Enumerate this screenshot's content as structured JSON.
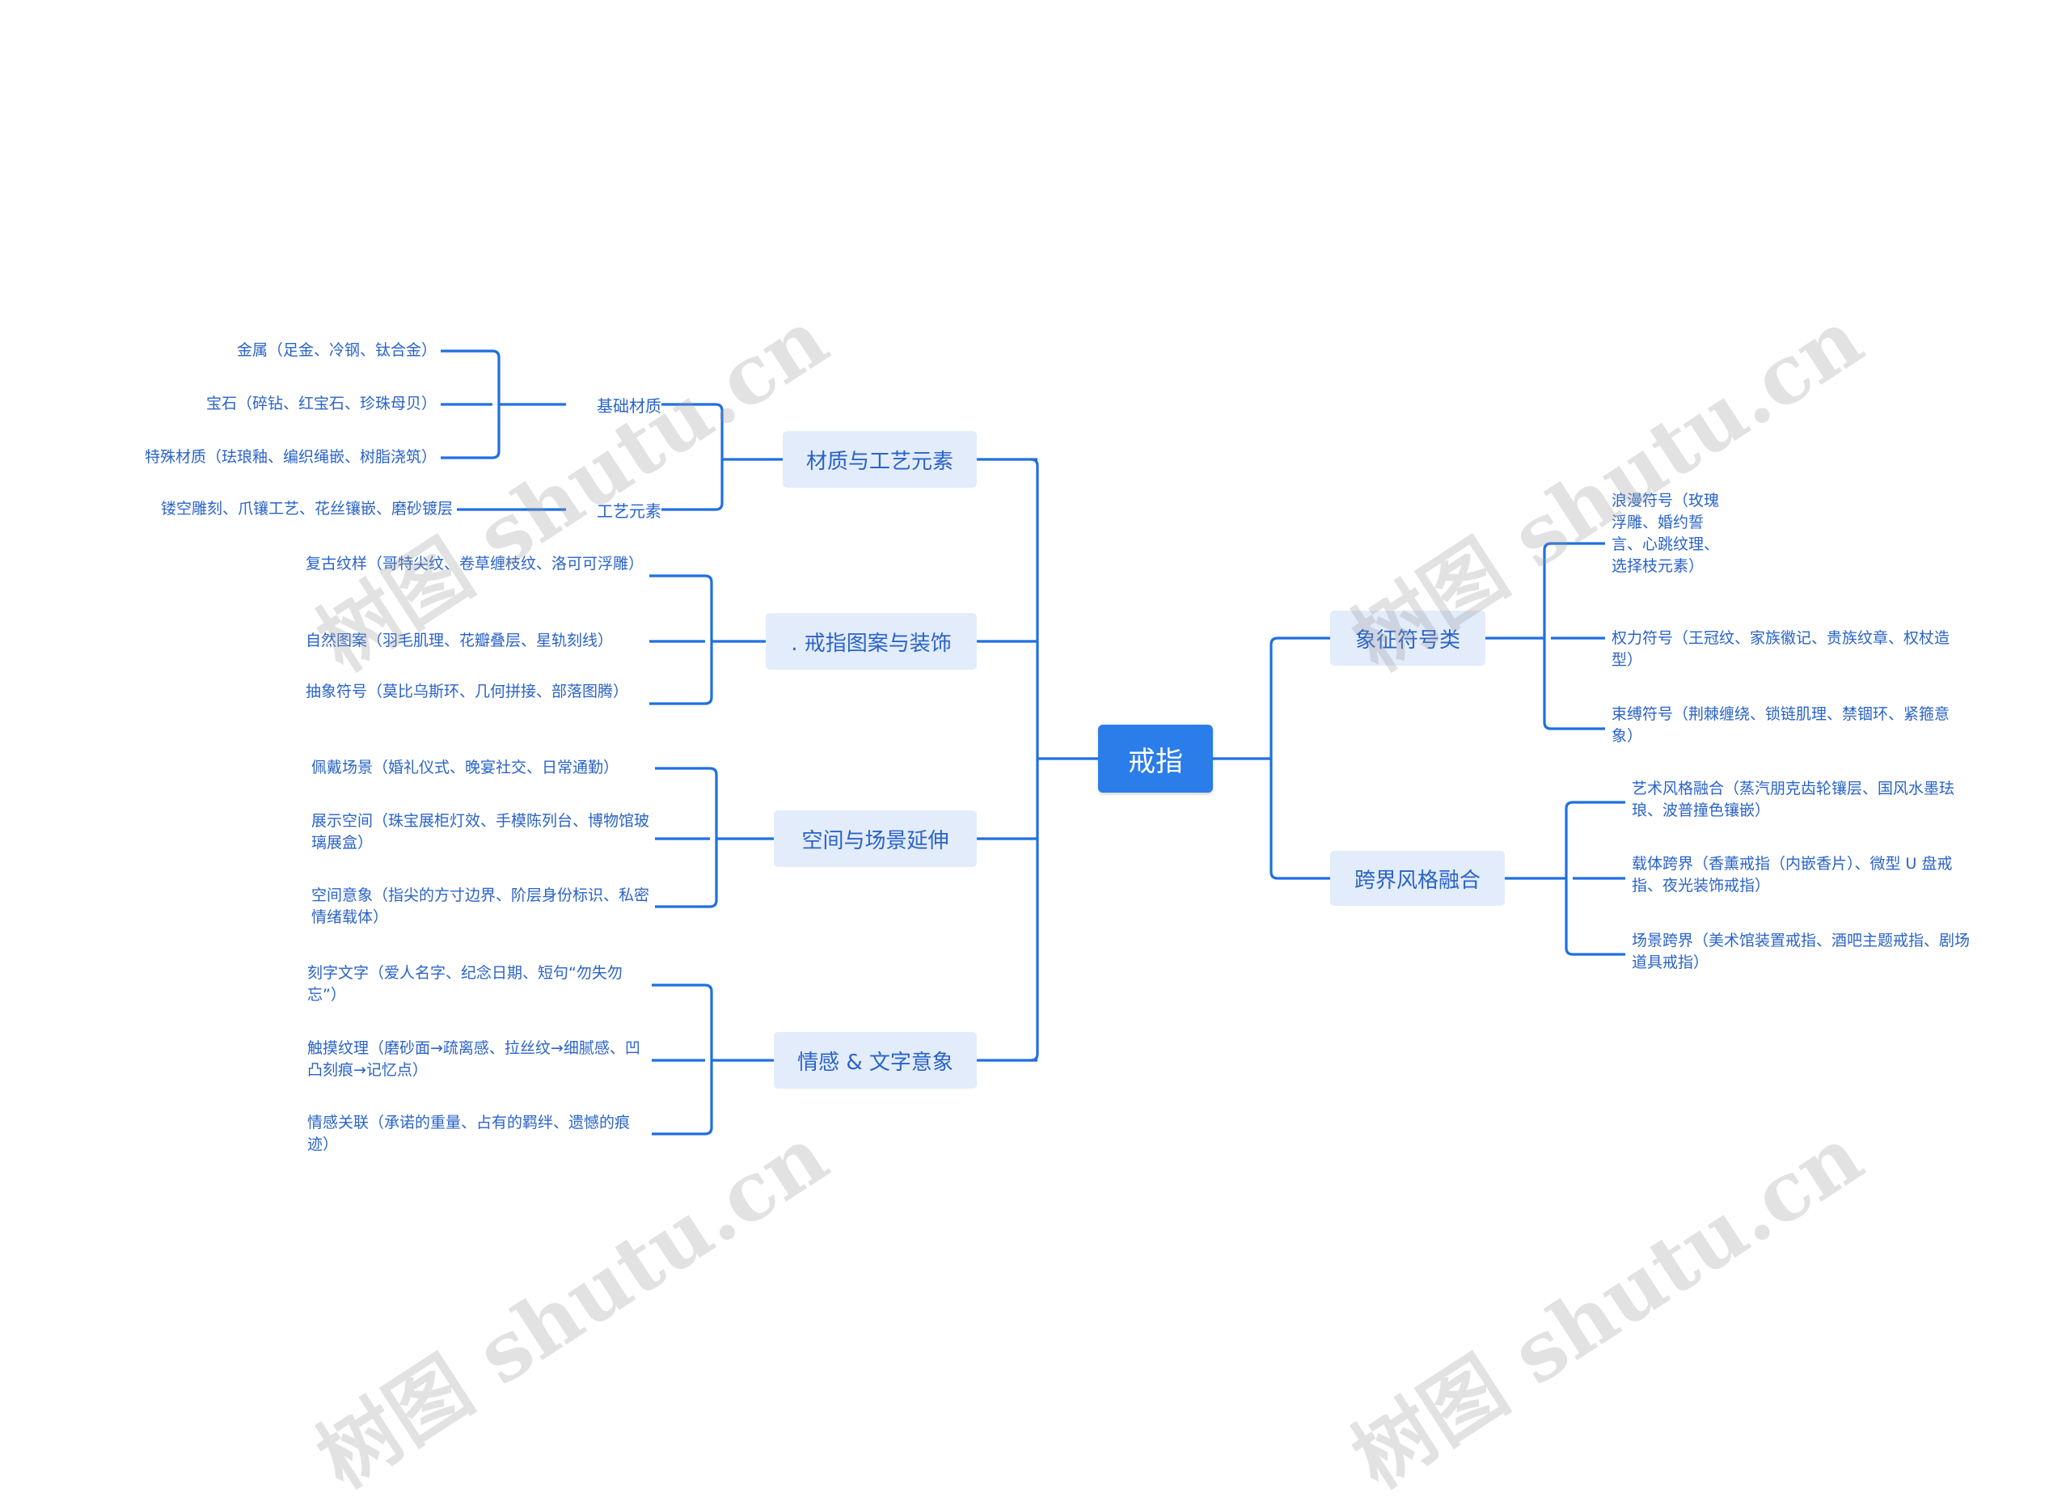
{
  "root": "戒指",
  "left": [
    {
      "label": "材质与工艺元素",
      "subs": [
        {
          "label": "基础材质",
          "leaves": [
            "金属（足金、冷钢、钛合金）",
            "宝石（碎钻、红宝石、珍珠母贝）",
            "特殊材质（珐琅釉、编织绳嵌、树脂浇筑）"
          ]
        },
        {
          "label": "工艺元素",
          "leaves": [
            "镂空雕刻、爪镶工艺、花丝镶嵌、磨砂镀层"
          ]
        }
      ]
    },
    {
      "label": ". 戒指图案与装饰",
      "leaves": [
        "复古纹样（哥特尖纹、卷草缠枝纹、洛可可浮雕）",
        "自然图案（羽毛肌理、花瓣叠层、星轨刻线）",
        "抽象符号（莫比乌斯环、几何拼接、部落图腾）"
      ]
    },
    {
      "label": "空间与场景延伸",
      "leaves": [
        "佩戴场景（婚礼仪式、晚宴社交、日常通勤）",
        "展示空间（珠宝展柜灯效、手模陈列台、博物馆玻璃展盒）",
        "空间意象（指尖的方寸边界、阶层身份标识、私密情绪载体）"
      ]
    },
    {
      "label": "情感 & 文字意象",
      "leaves": [
        "刻字文字（爱人名字、纪念日期、短句“勿失勿忘”）",
        "触摸纹理（磨砂面→疏离感、拉丝纹→细腻感、凹凸刻痕→记忆点）",
        "情感关联（承诺的重量、占有的羁绊、遗憾的痕迹）"
      ]
    }
  ],
  "right": [
    {
      "label": "象征符号类",
      "leaves": [
        "浪漫符号（玫瑰浮雕、婚约誓言、心跳纹理、选择枝元素）",
        "权力符号（王冠纹、家族徽记、贵族纹章、权杖造型）",
        "束缚符号（荆棘缠绕、锁链肌理、禁锢环、紧箍意象）"
      ]
    },
    {
      "label": "跨界风格融合",
      "leaves": [
        "艺术风格融合（蒸汽朋克齿轮镶层、国风水墨珐琅、波普撞色镶嵌）",
        "载体跨界（香薰戒指（内嵌香片）、微型 U 盘戒指、夜光装饰戒指）",
        "场景跨界（美术馆装置戒指、酒吧主题戒指、剧场道具戒指）"
      ]
    }
  ],
  "watermark": "树图 shutu.cn",
  "colors": {
    "accent": "#2b7de9",
    "branch_bg": "#e3ecfb",
    "line": "#1f6fe0",
    "text": "#2a63c9"
  }
}
